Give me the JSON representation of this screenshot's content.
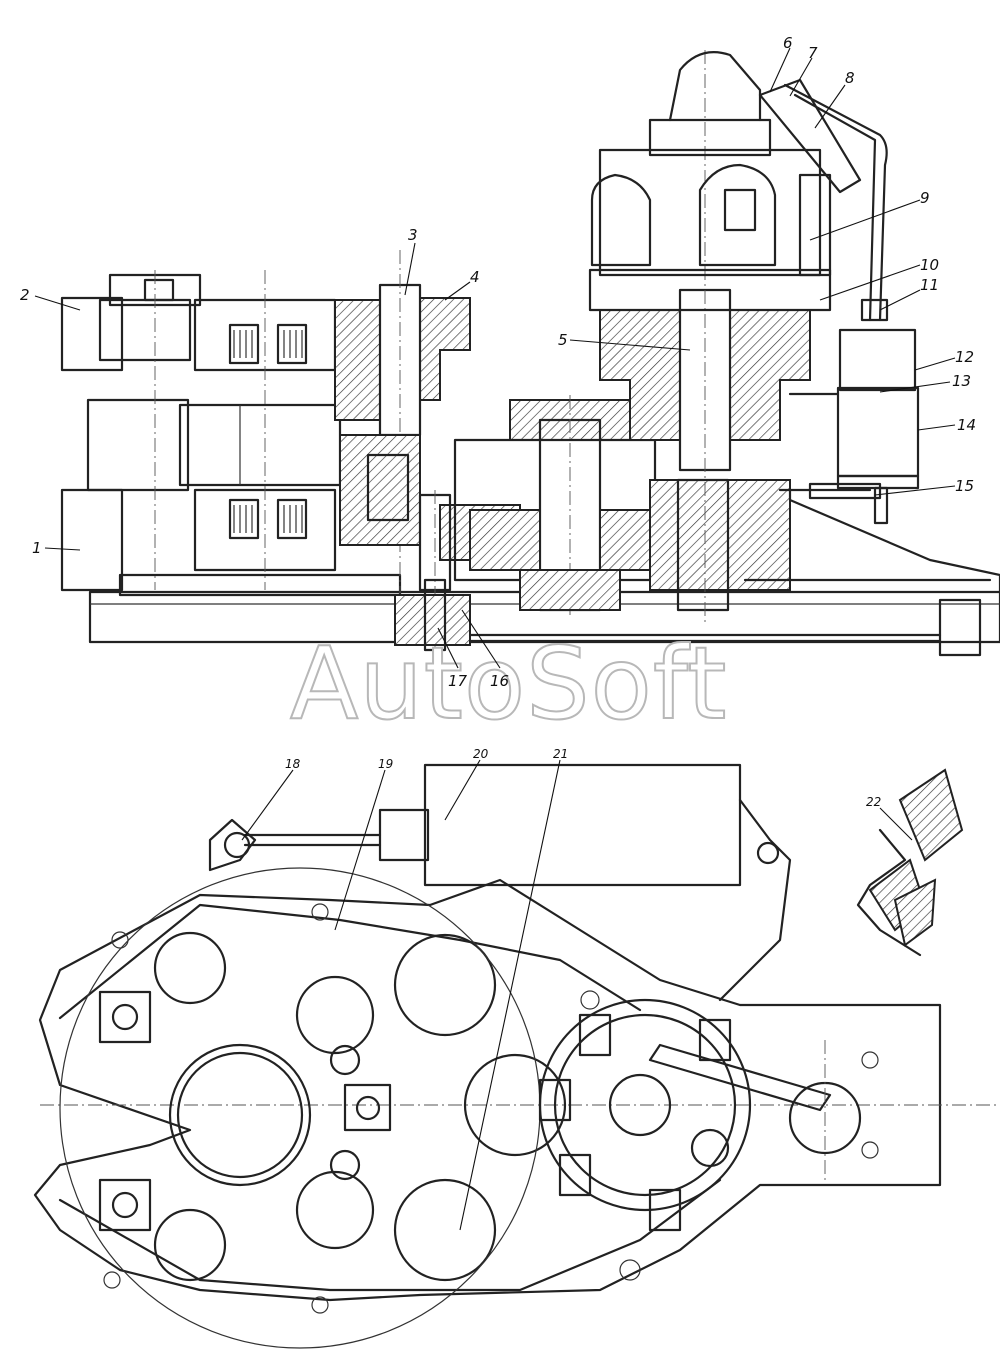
{
  "watermark": "AutoSoft",
  "colors": {
    "ink": "#222222",
    "paper": "#ffffff",
    "watermark_outline": "#b8b8b8"
  },
  "callouts": {
    "c1": "1",
    "c2": "2",
    "c3": "3",
    "c4": "4",
    "c5": "5",
    "c6": "6",
    "c7": "7",
    "c8": "8",
    "c9": "9",
    "c10": "10",
    "c11": "11",
    "c12": "12",
    "c13": "13",
    "c14": "14",
    "c15": "15",
    "c16": "16",
    "c17": "17",
    "c18": "18",
    "c19": "19",
    "c20": "20",
    "c21": "21",
    "c22": "22"
  }
}
